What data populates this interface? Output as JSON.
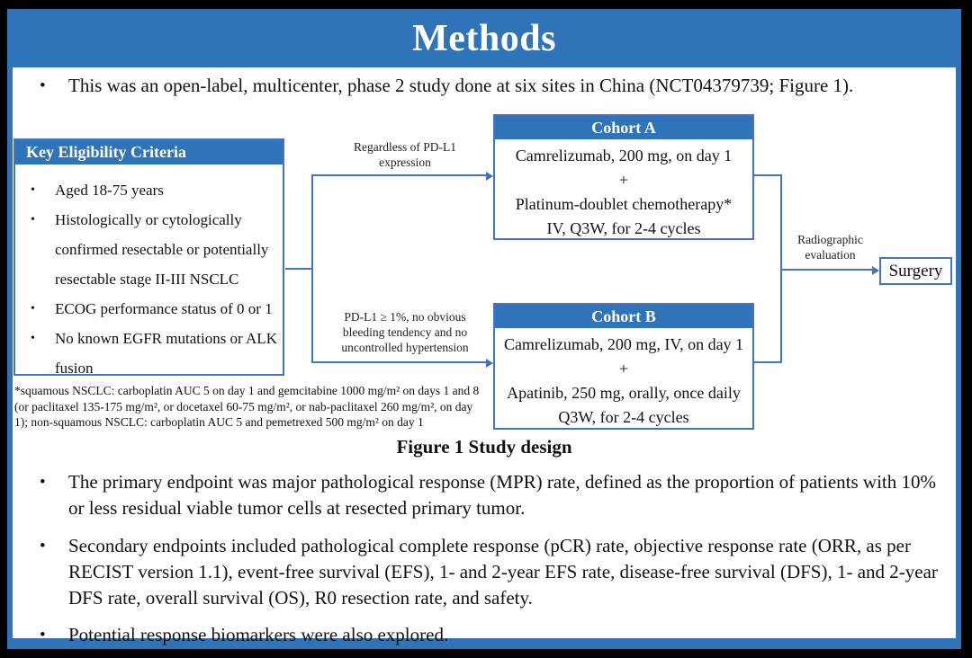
{
  "slide": {
    "title": "Methods",
    "bullet_char": "•",
    "bullets": [
      "This was an open-label, multicenter, phase 2 study done at six sites in China (NCT04379739; Figure 1).",
      "The primary endpoint was major pathological response (MPR) rate, defined as the proportion of patients with 10% or less residual viable tumor cells at resected primary tumor.",
      "Secondary endpoints included pathological complete response (pCR) rate, objective response rate (ORR, as per RECIST version 1.1), event-free survival (EFS), 1- and 2-year EFS rate, disease-free survival (DFS), 1- and 2-year DFS rate, overall survival (OS), R0 resection rate, and safety.",
      "Potential response biomarkers were also explored."
    ],
    "colors": {
      "header_blue": "#2F74B8",
      "line_blue": "#4472C4",
      "background": "#000000",
      "text": "#111111"
    }
  },
  "figure": {
    "caption": "Figure 1 Study design",
    "eligibility": {
      "header": "Key Eligibility Criteria",
      "items": [
        "Aged 18-75 years",
        "Histologically or cytologically confirmed resectable or potentially resectable stage II-III NSCLC",
        "ECOG performance status of 0 or 1",
        "No known EGFR mutations or ALK fusion"
      ]
    },
    "footnote": "*squamous NSCLC: carboplatin AUC 5 on day 1 and gemcitabine 1000 mg/m² on days 1 and 8 (or paclitaxel 135-175 mg/m², or docetaxel 60-75 mg/m², or nab-paclitaxel 260 mg/m², on day 1); non-squamous NSCLC: carboplatin AUC 5 and pemetrexed 500 mg/m² on day 1",
    "branch_top_label": "Regardless of PD-L1 expression",
    "branch_bottom_label": "PD-L1 ≥ 1%, no obvious bleeding tendency and no uncontrolled hypertension",
    "cohort_a": {
      "header": "Cohort A",
      "lines": [
        "Camrelizumab, 200 mg, on day 1",
        "+",
        "Platinum-doublet chemotherapy*",
        "IV, Q3W, for 2-4 cycles"
      ]
    },
    "cohort_b": {
      "header": "Cohort B",
      "lines": [
        "Camrelizumab, 200 mg, IV, on day 1",
        "+",
        "Apatinib, 250 mg, orally, once daily",
        "Q3W, for 2-4 cycles"
      ]
    },
    "evaluation_label": "Radiographic evaluation",
    "surgery_label": "Surgery"
  }
}
